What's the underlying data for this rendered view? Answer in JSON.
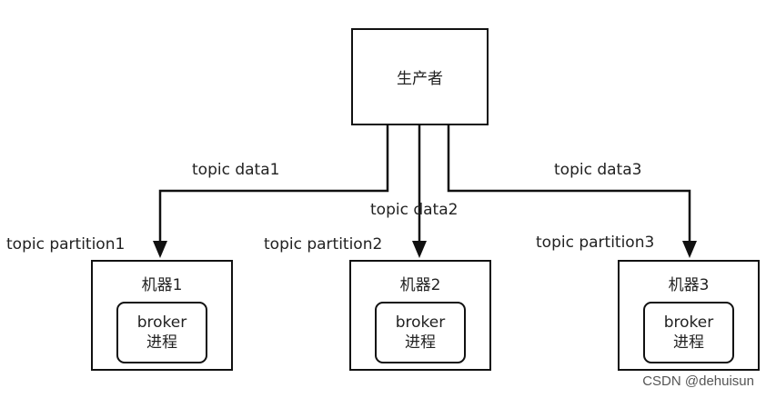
{
  "producer": {
    "label": "生产者"
  },
  "flows": [
    {
      "data_label": "topic data1",
      "partition_label": "topic partition1",
      "machine": {
        "title": "机器1",
        "process_line1": "broker",
        "process_line2": "进程"
      }
    },
    {
      "data_label": "topic data2",
      "partition_label": "topic partition2",
      "machine": {
        "title": "机器2",
        "process_line1": "broker",
        "process_line2": "进程"
      }
    },
    {
      "data_label": "topic data3",
      "partition_label": "topic partition3",
      "machine": {
        "title": "机器3",
        "process_line1": "broker",
        "process_line2": "进程"
      }
    }
  ],
  "watermark": "CSDN @dehuisun",
  "colors": {
    "stroke": "#111111",
    "background": "#ffffff",
    "text": "#222222",
    "watermark": "#555555"
  }
}
